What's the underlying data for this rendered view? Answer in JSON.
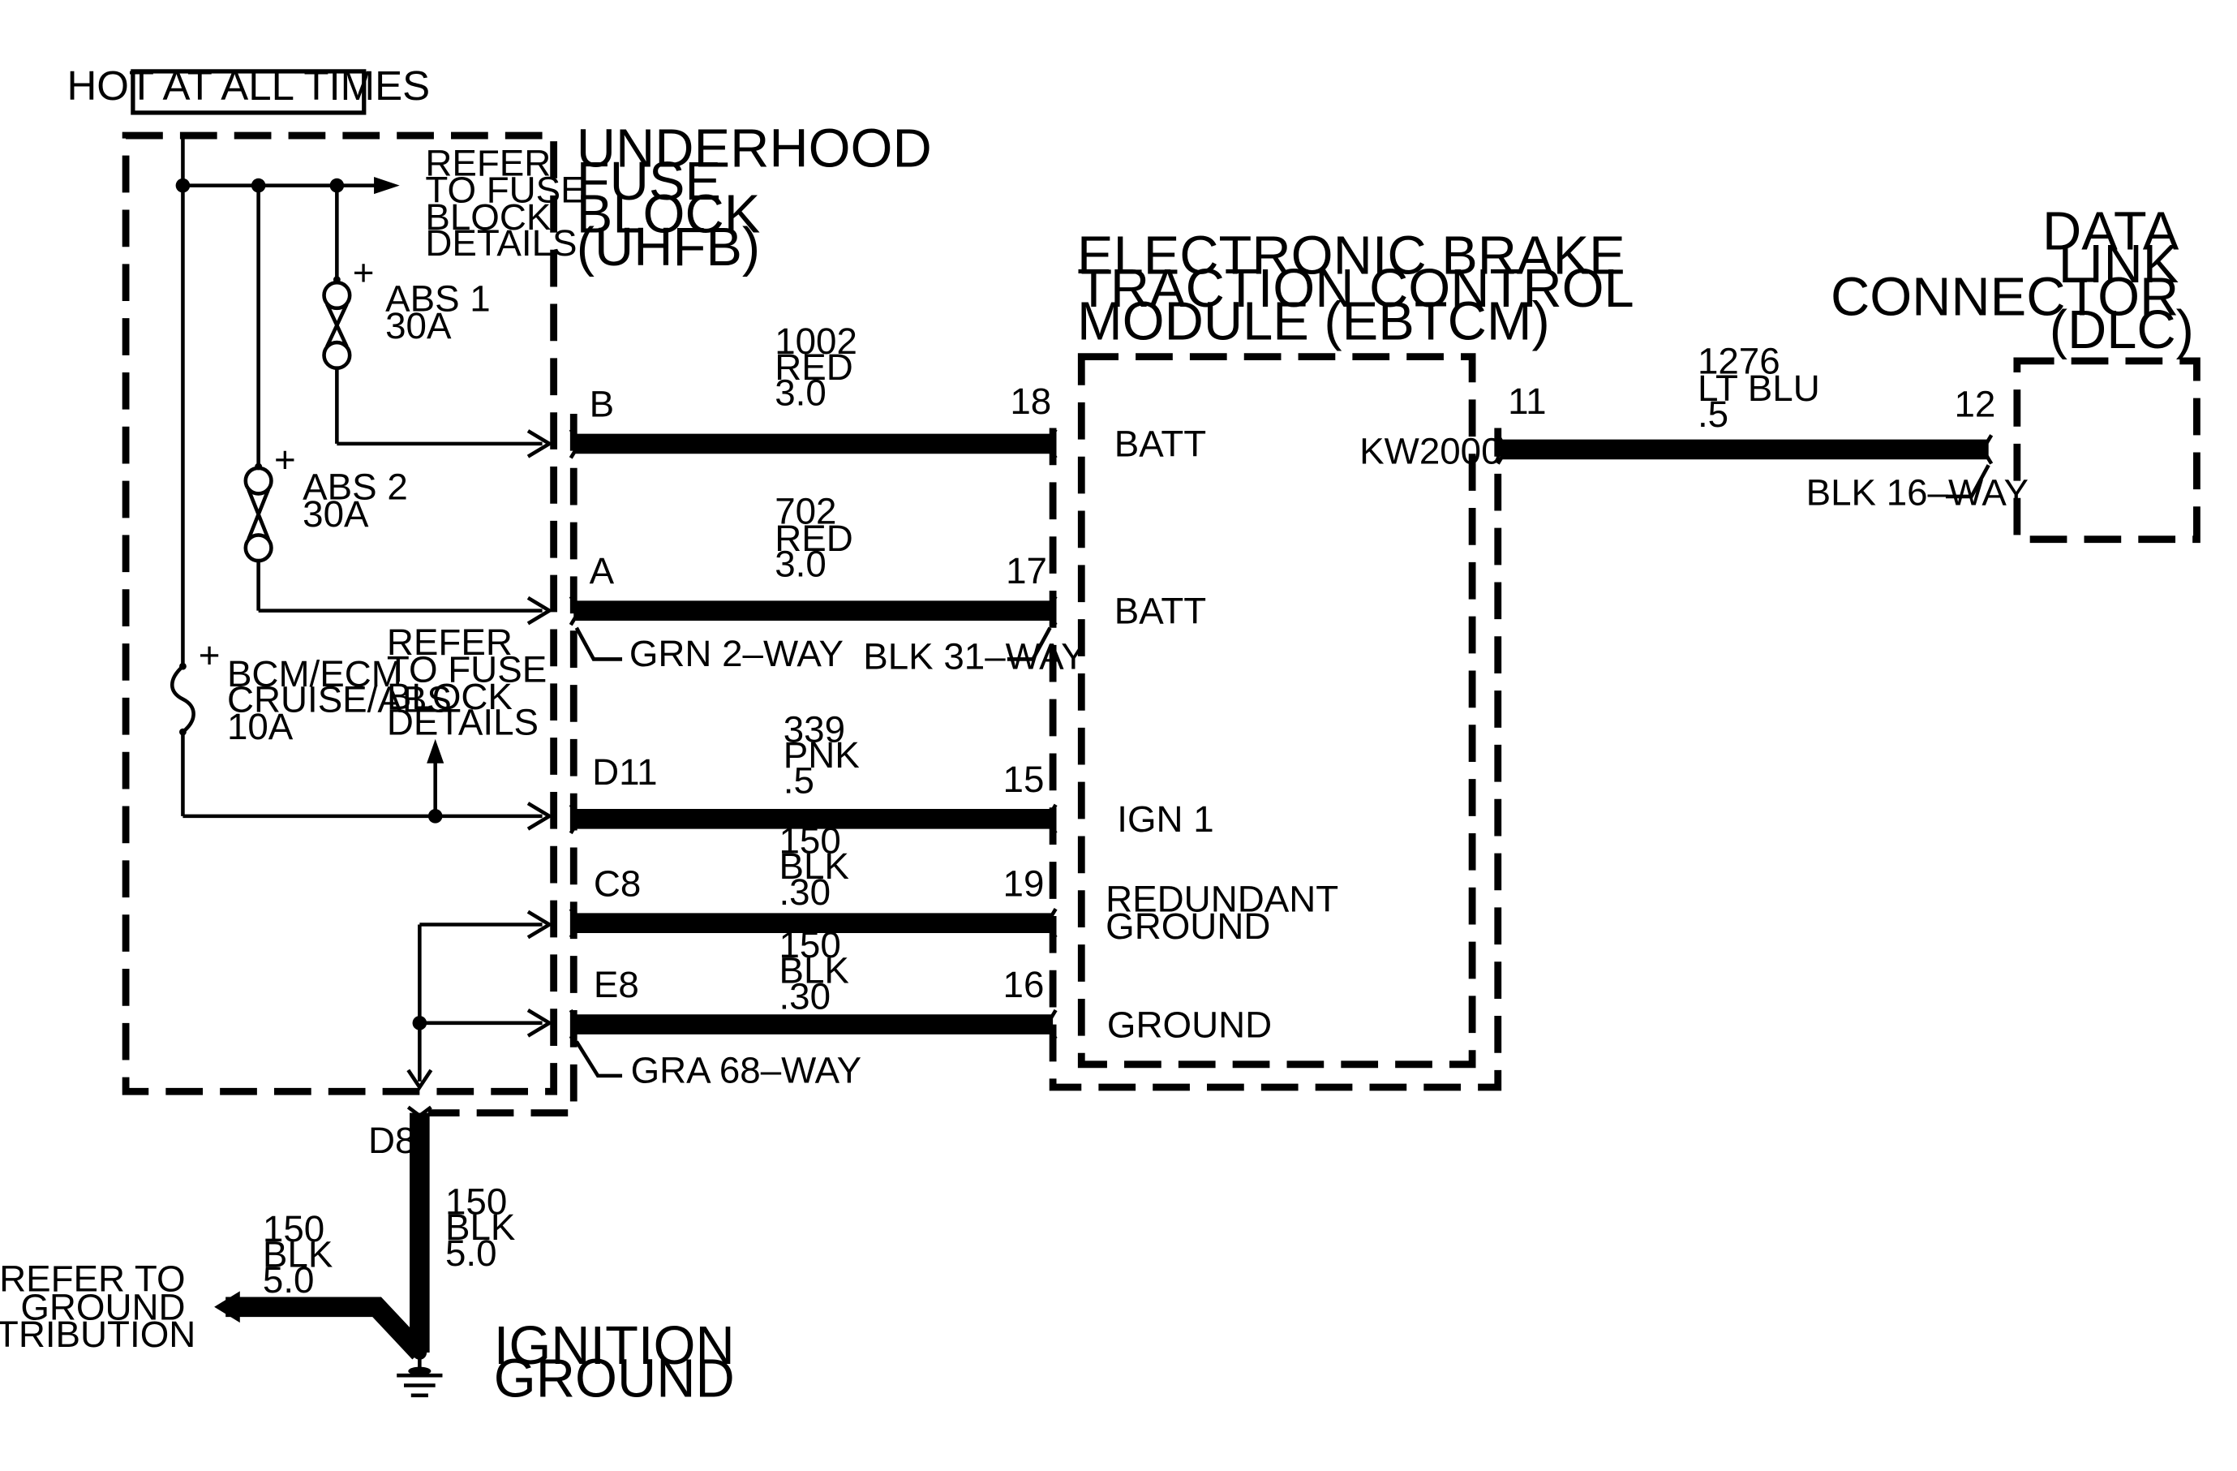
{
  "header": {
    "hot_label": "HOT AT ALL TIMES"
  },
  "uhfb": {
    "title_lines": [
      "UNDERHOOD",
      "FUSE",
      "BLOCK",
      "(UHFB)"
    ],
    "refer_top_lines": [
      "REFER",
      "TO FUSE",
      "BLOCK",
      "DETAILS"
    ],
    "refer_mid_lines": [
      "REFER",
      "TO FUSE",
      "BLOCK",
      "DETAILS"
    ],
    "fuses": [
      {
        "name": "ABS 1",
        "rating": "30A"
      },
      {
        "name": "ABS 2",
        "rating": "30A"
      },
      {
        "name_lines": [
          "BCM/ECM",
          "CRUISE/ABS"
        ],
        "rating": "10A"
      }
    ],
    "plus_sign": "+"
  },
  "ebtcm": {
    "title_lines": [
      "ELECTRONIC BRAKE",
      "TRACTION CONTROL",
      "MODULE (EBTCM)"
    ],
    "pins": [
      "BATT",
      "BATT",
      "IGN 1",
      "REDUNDANT",
      "GROUND",
      "GROUND"
    ],
    "kw_label": "KW2000"
  },
  "dlc": {
    "title_lines": [
      "DATA",
      "LINK",
      "CONNECTOR",
      "(DLC)"
    ]
  },
  "circuits": [
    {
      "left_pin": "B",
      "right_pin": "18",
      "lines": [
        "1002",
        "RED",
        "3.0"
      ]
    },
    {
      "left_pin": "A",
      "right_pin": "17",
      "lines": [
        "702",
        "RED",
        "3.0"
      ]
    },
    {
      "left_pin": "D11",
      "right_pin": "15",
      "lines": [
        "339",
        "PNK",
        ".5"
      ]
    },
    {
      "left_pin": "C8",
      "right_pin": "19",
      "lines": [
        "150",
        "BLK",
        ".30"
      ]
    },
    {
      "left_pin": "E8",
      "right_pin": "16",
      "lines": [
        "150",
        "BLK",
        ".30"
      ]
    },
    {
      "left_pin": "11",
      "right_pin": "12",
      "lines": [
        "1276",
        "LT BLU",
        ".5"
      ]
    }
  ],
  "connectors": {
    "grn": "GRN 2–WAY",
    "blk31": "BLK 31–WAY",
    "gra": "GRA 68–WAY",
    "blk16": "BLK 16–WAY"
  },
  "ground": {
    "d8_label": "D8",
    "wire_vertical_lines": [
      "150",
      "BLK",
      "5.0"
    ],
    "wire_left_lines": [
      "150",
      "BLK",
      "5.0"
    ],
    "refer_lines": [
      "REFER TO",
      "GROUND",
      "DISTRIBUTION"
    ],
    "ignition_lines": [
      "IGNITION",
      "GROUND"
    ]
  }
}
